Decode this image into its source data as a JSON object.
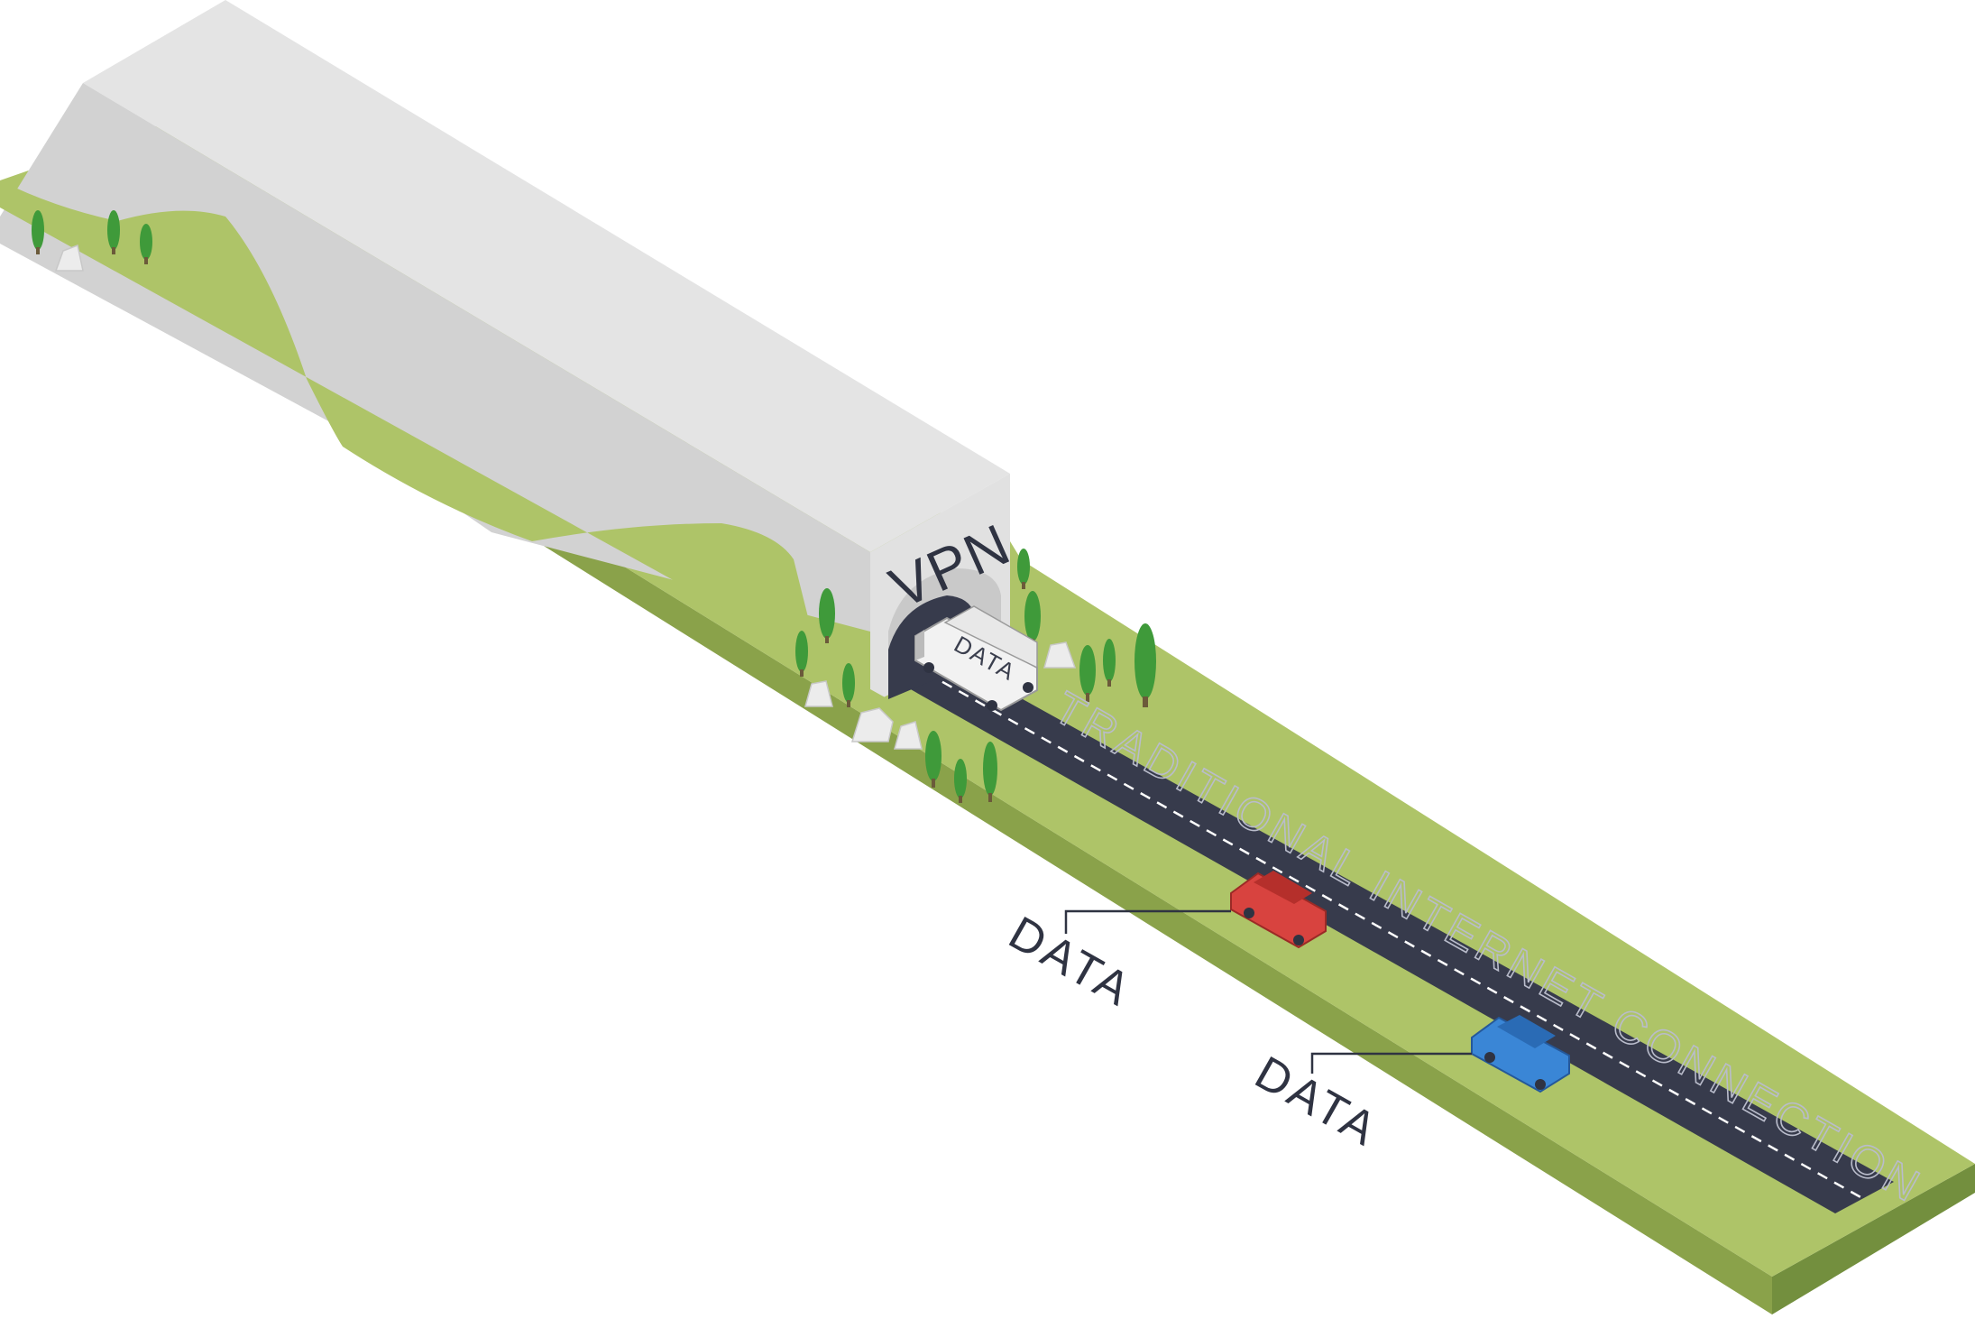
{
  "labels": {
    "tunnel": "VPN",
    "road": "TRADITIONAL INTERNET CONNECTION",
    "truck_cargo": "DATA",
    "red_car_callout": "DATA",
    "blue_car_callout": "DATA"
  },
  "colors": {
    "grass_top": "#aec468",
    "grass_side": "#8aa24a",
    "grass_bottom": "#6f8a3a",
    "tunnel_light": "#e4e4e4",
    "tunnel_mid": "#d2d2d2",
    "road": "#373b4c",
    "text_dark": "#2f3342",
    "road_text": "#b9bccb",
    "tree": "#3f9a3a",
    "red_car": "#d8433f",
    "blue_car": "#3a86d6"
  },
  "icons": [
    "tunnel-icon",
    "truck-icon",
    "red-car-icon",
    "blue-car-icon",
    "tree-icon",
    "rock-icon"
  ]
}
